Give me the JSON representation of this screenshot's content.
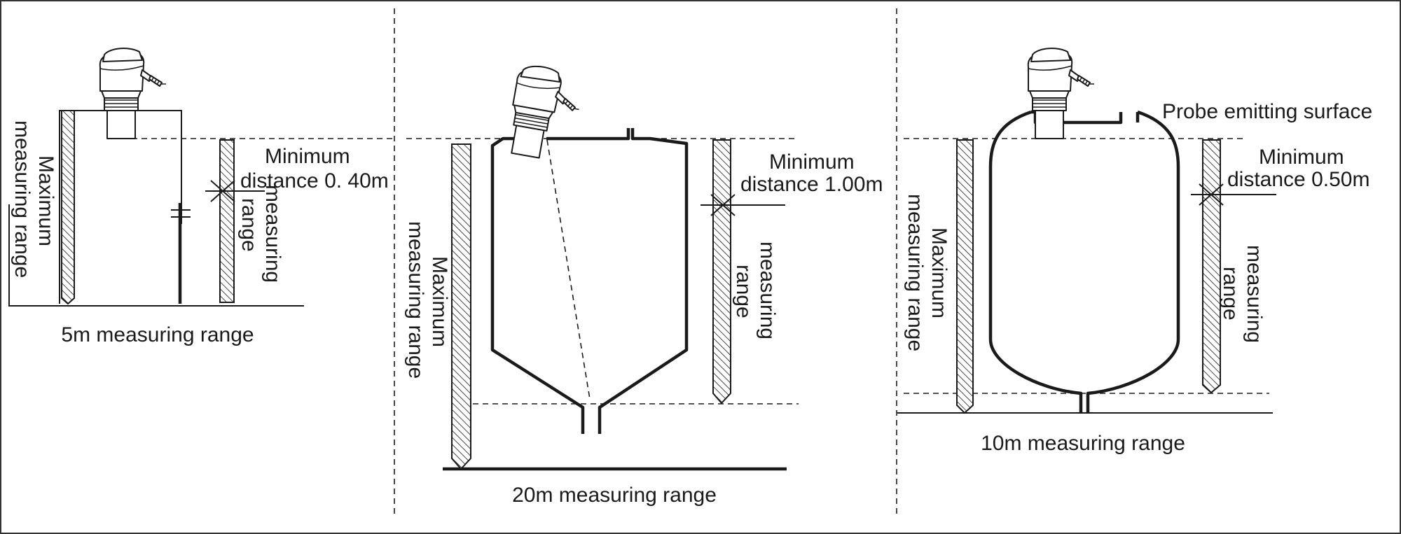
{
  "panels": [
    {
      "caption": "5m measuring range",
      "max_range_label": [
        "Maximum",
        "measuring range"
      ],
      "range_label": [
        "measuring",
        "range"
      ],
      "min_distance_label": [
        "Minimum",
        "distance 0. 40m"
      ]
    },
    {
      "caption": "20m measuring range",
      "max_range_label": [
        "Maximum",
        "measuring range"
      ],
      "range_label": [
        "measuring",
        "range"
      ],
      "min_distance_label": [
        "Minimum",
        "distance 1.00m"
      ]
    },
    {
      "caption": "10m measuring range",
      "max_range_label": [
        "Maximum",
        "measuring range"
      ],
      "range_label": [
        "measuring",
        "range"
      ],
      "min_distance_label": [
        "Minimum",
        "distance 0.50m"
      ],
      "probe_surface_label": "Probe emitting surface"
    }
  ]
}
